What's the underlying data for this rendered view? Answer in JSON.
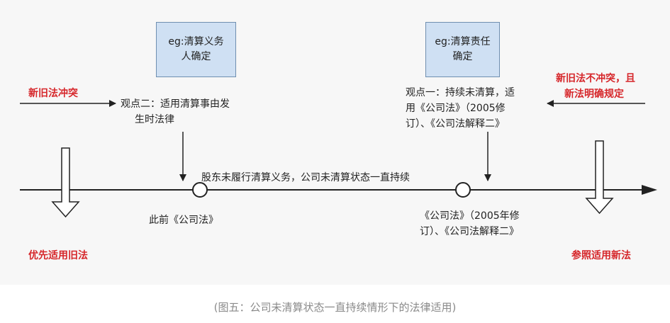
{
  "boxes": {
    "left": [
      "eg:清算义务",
      "人确定"
    ],
    "right": [
      "eg:清算责任",
      "确定"
    ]
  },
  "left_side": {
    "conflict_label": "新旧法冲突",
    "view_two": [
      "观点二：适用清算事由发",
      "生时法律"
    ],
    "bottom_label": "优先适用旧法"
  },
  "right_side": {
    "no_conflict_label": [
      "新旧法不冲突，且",
      "新法明确规定"
    ],
    "view_one": [
      "观点一：持续未清算，适",
      "用《公司法》（2005修",
      "订）、《公司法解释二》"
    ],
    "bottom_label": "参照适用新法"
  },
  "timeline": {
    "middle_text": "股东未履行清算义务，公司未清算状态一直持续",
    "point_a_label": "此前《公司法》",
    "point_b_label": [
      "《公司法》（2005年修",
      "订）、《公司法解释二》"
    ]
  },
  "caption": "(图五：公司未清算状态一直持续情形下的法律适用)",
  "colors": {
    "box_fill": "#cfe0f3",
    "red_text": "#d6262a",
    "line": "#222222"
  }
}
